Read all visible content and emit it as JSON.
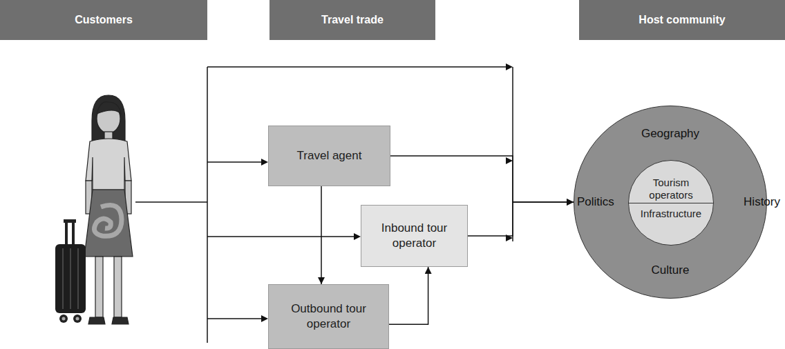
{
  "diagram": {
    "nodes": [
      {
        "text": [
          "Customers"
        ]
      },
      {
        "text": [
          "Travel trade"
        ]
      },
      {
        "text": [
          "Host community"
        ]
      },
      {
        "text": [
          "Travel agent"
        ]
      },
      {
        "text": [
          "Inbound tour operator"
        ]
      },
      {
        "text": [
          "Outbound tour operator"
        ]
      },
      {
        "text": [
          "Geography",
          "Politics",
          "History",
          "Culture"
        ]
      },
      {
        "text": [
          "Tourism operators",
          "Infrastructure"
        ],
        "in": 6
      }
    ],
    "edges": [
      {
        "from": 3,
        "to": 5,
        "arrow": "to"
      },
      {
        "from": 5,
        "to": 4,
        "arrow": "to"
      },
      {
        "from": 3,
        "to": 6,
        "arrow": "to"
      },
      {
        "from": 4,
        "to": 6,
        "arrow": "to"
      }
    ]
  }
}
